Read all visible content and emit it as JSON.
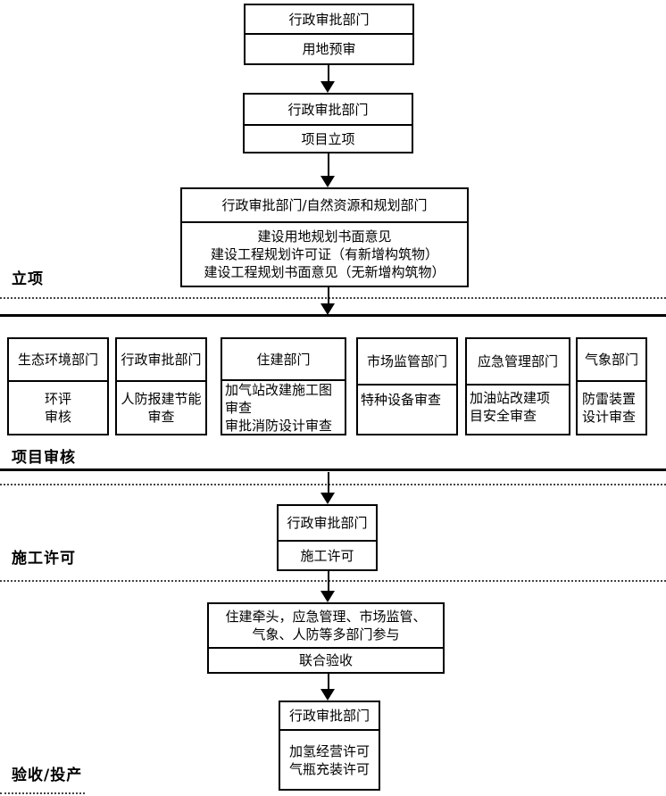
{
  "colors": {
    "background": "#ffffff",
    "line": "#000000",
    "dashed_line": "#444444"
  },
  "section_labels": {
    "initiation": "立项",
    "project_review": "项目审核",
    "construction_permit": "施工许可",
    "acceptance_production": "验收/投产"
  },
  "flow": {
    "land_pre_review": {
      "header": "行政审批部门",
      "body": "用地预审"
    },
    "project_initiation": {
      "header": "行政审批部门",
      "body": "项目立项"
    },
    "planning_opinions": {
      "header": "行政审批部门/自然资源和规划部门",
      "body": "建设用地规划书面意见\n建设工程规划许可证（有新增构筑物）\n建设工程规划书面意见（无新增构筑物）"
    },
    "review_row": [
      {
        "header": "生态环境部门",
        "body": "环评\n审核"
      },
      {
        "header": "行政审批部门",
        "body": "人防报建节能\n审查"
      },
      {
        "header": "住建部门",
        "body": "加气站改建施工图\n审查\n审批消防设计审查"
      },
      {
        "header": "市场监管部门",
        "body": "特种设备审查"
      },
      {
        "header": "应急管理部门",
        "body": "加油站改建项\n目安全审查"
      },
      {
        "header": "气象部门",
        "body": "防雷装置\n设计审查"
      }
    ],
    "construction_permit": {
      "header": "行政审批部门",
      "body": "施工许可"
    },
    "joint_acceptance": {
      "header": "住建牵头，应急管理、市场监管、\n气象、人防等多部门参与",
      "body": "联合验收"
    },
    "operation_license": {
      "header": "行政审批部门",
      "body": "加氢经营许可\n气瓶充装许可"
    }
  }
}
